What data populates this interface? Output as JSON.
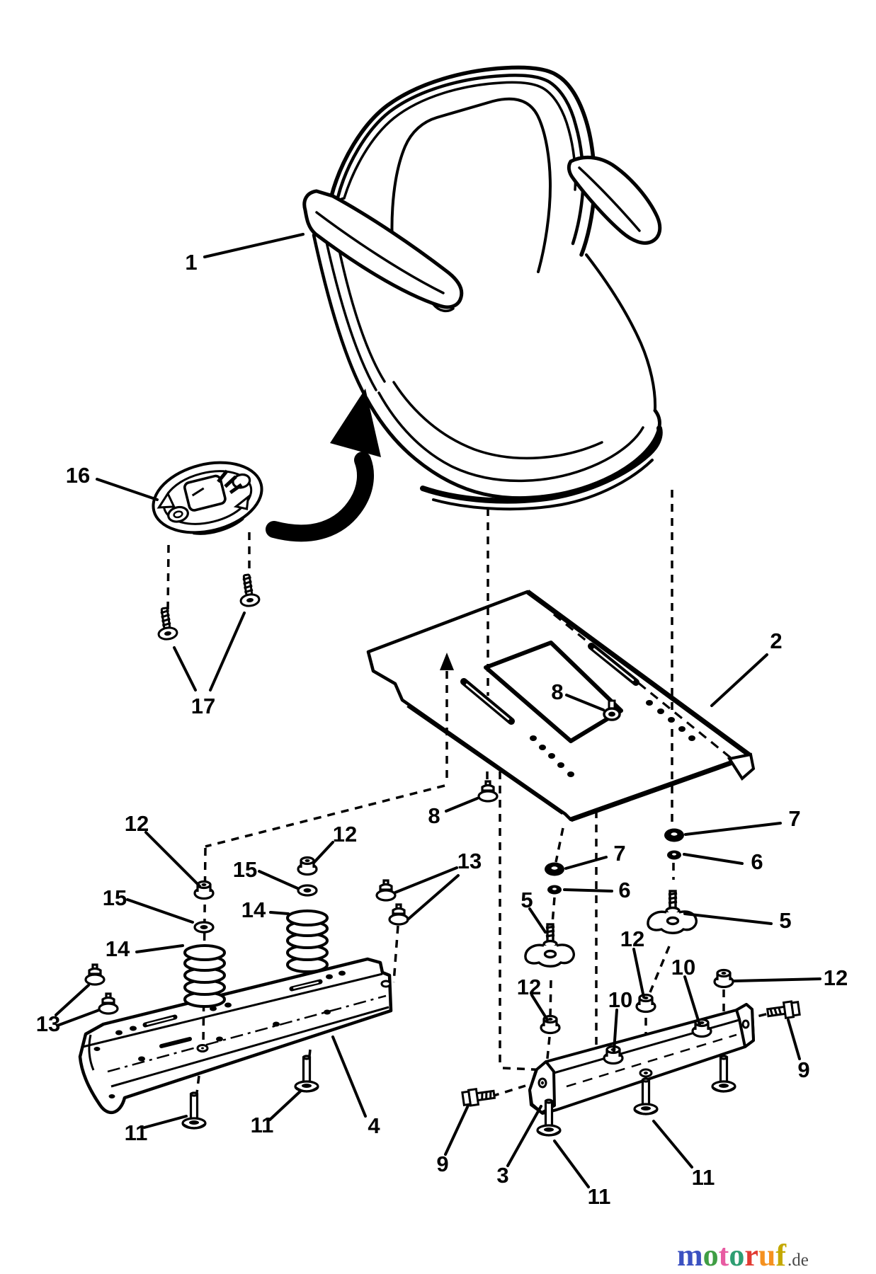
{
  "diagram_type": "exploded-parts-diagram",
  "colors": {
    "ink": "#000000",
    "paper": "#ffffff"
  },
  "callouts": [
    {
      "part": "seat",
      "n": "1"
    },
    {
      "part": "seat-switch",
      "n": "16"
    },
    {
      "part": "switch-screws",
      "n": "17"
    },
    {
      "part": "seat-pan",
      "n": "2"
    },
    {
      "part": "pan-bolt-top",
      "n": "8"
    },
    {
      "part": "pan-bolt-bottom",
      "n": "8"
    },
    {
      "part": "nut-far-left",
      "n": "12"
    },
    {
      "part": "washer-left",
      "n": "15"
    },
    {
      "part": "spring-left",
      "n": "14"
    },
    {
      "part": "screws-left",
      "n": "13"
    },
    {
      "part": "nut-mid",
      "n": "12"
    },
    {
      "part": "washer-mid",
      "n": "15"
    },
    {
      "part": "spring-mid",
      "n": "14"
    },
    {
      "part": "screws-right",
      "n": "13"
    },
    {
      "part": "grommet-large-left",
      "n": "7"
    },
    {
      "part": "grommet-small-left",
      "n": "6"
    },
    {
      "part": "knob-left",
      "n": "5"
    },
    {
      "part": "grommet-large-right",
      "n": "7"
    },
    {
      "part": "grommet-small-right",
      "n": "6"
    },
    {
      "part": "knob-right",
      "n": "5"
    },
    {
      "part": "nut-knob-left",
      "n": "12"
    },
    {
      "part": "nut-10-left",
      "n": "10"
    },
    {
      "part": "nut-knob-right",
      "n": "12"
    },
    {
      "part": "nut-10-right",
      "n": "10"
    },
    {
      "part": "nut-far-right",
      "n": "12"
    },
    {
      "part": "side-bolt-left",
      "n": "9"
    },
    {
      "part": "bracket-right",
      "n": "3"
    },
    {
      "part": "bolt-bracket-left",
      "n": "11"
    },
    {
      "part": "bolt-bracket-right",
      "n": "11"
    },
    {
      "part": "side-bolt-right",
      "n": "9"
    },
    {
      "part": "bolt-rail-left",
      "n": "11"
    },
    {
      "part": "bolt-rail-right",
      "n": "11"
    },
    {
      "part": "bracket-left-rail",
      "n": "4"
    }
  ],
  "watermark": {
    "letters": [
      {
        "ch": "m",
        "color": "#3b51c1"
      },
      {
        "ch": "o",
        "color": "#3f9e44"
      },
      {
        "ch": "t",
        "color": "#e85ba2"
      },
      {
        "ch": "o",
        "color": "#2e9e72"
      },
      {
        "ch": "r",
        "color": "#e23b33"
      },
      {
        "ch": "u",
        "color": "#f59120"
      },
      {
        "ch": "f",
        "color": "#c4a800"
      }
    ],
    "tld": ".de",
    "tld_color": "#4a4a4a"
  }
}
